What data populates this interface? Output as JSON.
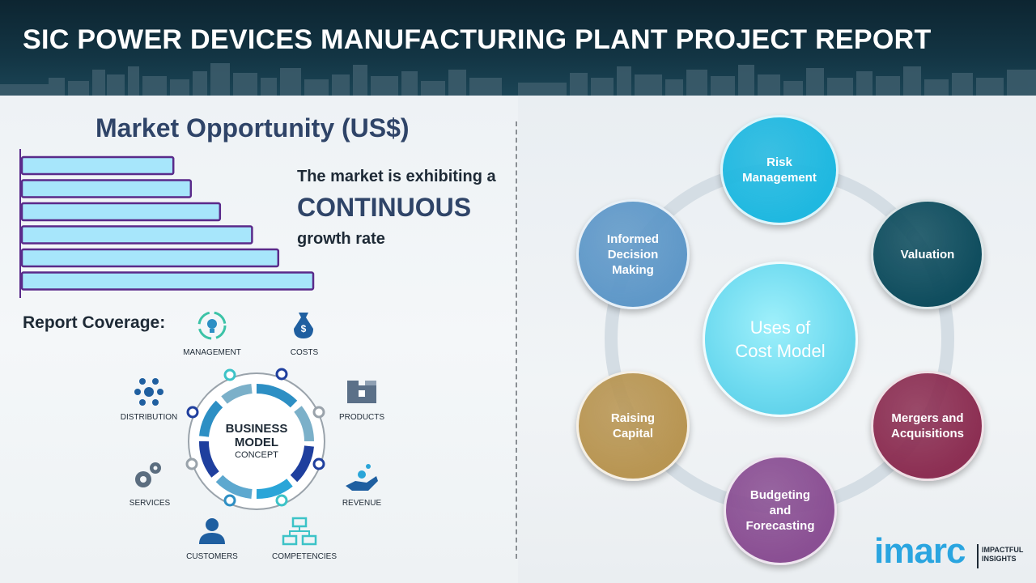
{
  "header": {
    "title": "SIC POWER DEVICES MANUFACTURING PLANT PROJECT REPORT"
  },
  "market": {
    "title": "Market Opportunity (US$)",
    "text_line1": "The market is exhibiting a",
    "text_line2": "CONTINUOUS",
    "text_line3": "growth rate",
    "bar_levels": [
      0.52,
      0.58,
      0.68,
      0.79,
      0.88,
      1.0
    ]
  },
  "coverage": {
    "title": "Report Coverage:",
    "center_line1": "BUSINESS",
    "center_line2": "MODEL",
    "center_line3": "CONCEPT",
    "items": [
      {
        "label": "MANAGEMENT",
        "icon": "management-icon"
      },
      {
        "label": "COSTS",
        "icon": "costs-icon"
      },
      {
        "label": "DISTRIBUTION",
        "icon": "distribution-icon"
      },
      {
        "label": "PRODUCTS",
        "icon": "products-icon"
      },
      {
        "label": "SERVICES",
        "icon": "services-icon"
      },
      {
        "label": "REVENUE",
        "icon": "revenue-icon"
      },
      {
        "label": "CUSTOMERS",
        "icon": "customers-icon"
      },
      {
        "label": "COMPETENCIES",
        "icon": "competencies-icon"
      }
    ]
  },
  "cost_model": {
    "center_line1": "Uses of",
    "center_line2": "Cost Model",
    "nodes": [
      {
        "line1": "Risk",
        "line2": "Management",
        "line3": "",
        "color": "#1fb8e0"
      },
      {
        "line1": "Valuation",
        "line2": "",
        "line3": "",
        "color": "#0f4d5e"
      },
      {
        "line1": "Mergers and",
        "line2": "Acquisitions",
        "line3": "",
        "color": "#8c2f53"
      },
      {
        "line1": "Budgeting",
        "line2": "and",
        "line3": "Forecasting",
        "color": "#8a4f93"
      },
      {
        "line1": "Raising",
        "line2": "Capital",
        "line3": "",
        "color": "#b89552"
      },
      {
        "line1": "Informed",
        "line2": "Decision",
        "line3": "Making",
        "color": "#5f98c8"
      }
    ]
  },
  "logo": {
    "text": "imarc",
    "tag_line1": "IMPACTFUL",
    "tag_line2": "INSIGHTS"
  },
  "colors": {
    "bar_fill": "#a7e6fb",
    "bar_border": "#5a2a8a",
    "title_blue": "#2f4468",
    "ring": "#d4dde4"
  }
}
